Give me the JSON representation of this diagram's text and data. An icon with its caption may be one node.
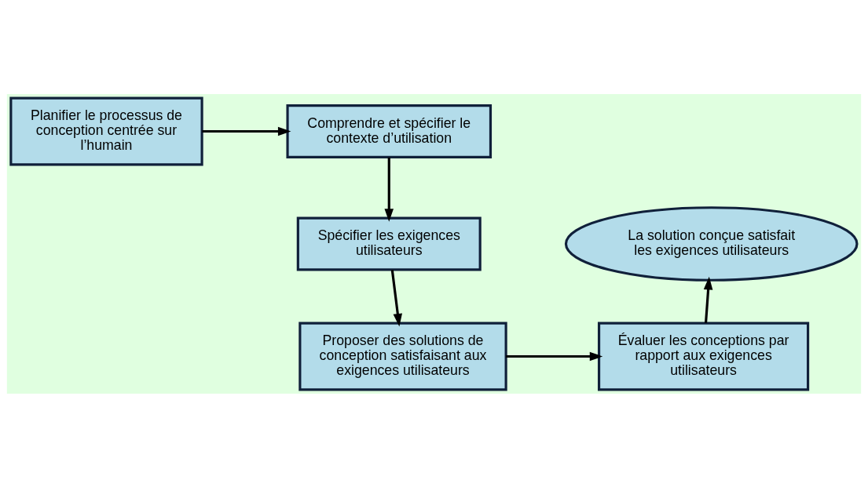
{
  "diagram": {
    "nodes": [
      {
        "text": [
          "Planifier le processus de conception centrée sur l’humain"
        ]
      },
      {
        "text": [
          "Comprendre et spécifier le contexte d’utilisation"
        ]
      },
      {
        "text": [
          "Spécifier les exigences utilisateurs"
        ]
      },
      {
        "text": [
          "Proposer des solutions de conception satisfaisant aux exigences utilisateurs"
        ]
      },
      {
        "text": [
          "Évaluer les conceptions par rapport aux exigences utilisateurs"
        ]
      },
      {
        "text": [
          "La solution conçue satisfait les exigences utilisateurs"
        ]
      }
    ],
    "edges": [
      {
        "from": 0,
        "to": 1,
        "arrow": "to"
      },
      {
        "from": 1,
        "to": 2,
        "arrow": "to"
      },
      {
        "from": 2,
        "to": 3,
        "arrow": "to"
      },
      {
        "from": 3,
        "to": 4,
        "arrow": "to"
      },
      {
        "from": 4,
        "to": 5,
        "arrow": "to"
      }
    ]
  }
}
